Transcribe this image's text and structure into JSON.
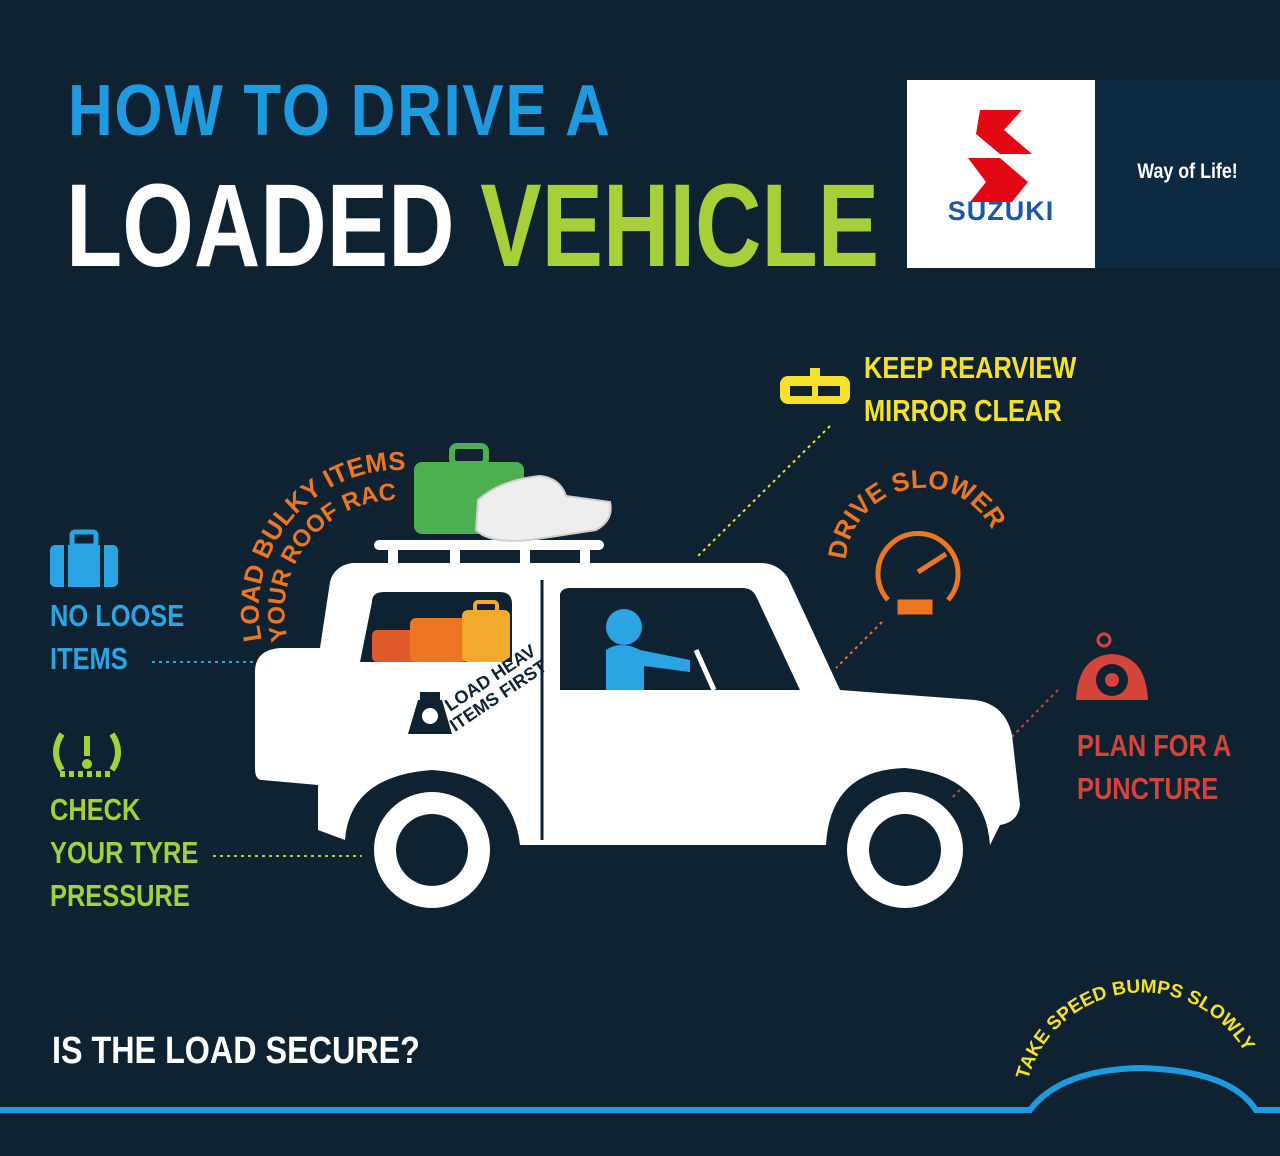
{
  "title": {
    "line1": "HOW TO DRIVE A",
    "line2_main": "LOADED",
    "line2_accent": "VEHICLE"
  },
  "brand": {
    "name": "SUZUKI",
    "tagline": "Way of Life!"
  },
  "tips": {
    "loose_items": [
      "NO LOOSE",
      "ITEMS"
    ],
    "tyre_pressure": [
      "CHECK",
      "YOUR TYRE",
      "PRESSURE"
    ],
    "mirror": [
      "KEEP REARVIEW",
      "MIRROR CLEAR"
    ],
    "puncture": [
      "PLAN FOR A",
      "PUNCTURE"
    ],
    "roof_rack": [
      "LOAD BULKY ITEMS ON",
      "YOUR ROOF RACK"
    ],
    "slower": "DRIVE SLOWER",
    "heavy_items": [
      "LOAD HEAVY",
      "ITEMS FIRST"
    ],
    "speed_bumps": "TAKE SPEED BUMPS SLOWLY",
    "secure": "IS THE LOAD SECURE?"
  },
  "colors": {
    "background": "#0e2231",
    "blue": "#1e9be0",
    "green": "#a6cf3a",
    "yellow": "#f5e12a",
    "orange": "#ee7623",
    "red": "#d4443a",
    "brand_red": "#e30613",
    "brand_blue": "#1f57a8"
  },
  "icons": [
    "suitcase-icon",
    "tyre-pressure-warning-icon",
    "rearview-mirror-icon",
    "speedometer-icon",
    "flat-tyre-icon",
    "weighing-scale-icon",
    "suzuki-logo"
  ]
}
